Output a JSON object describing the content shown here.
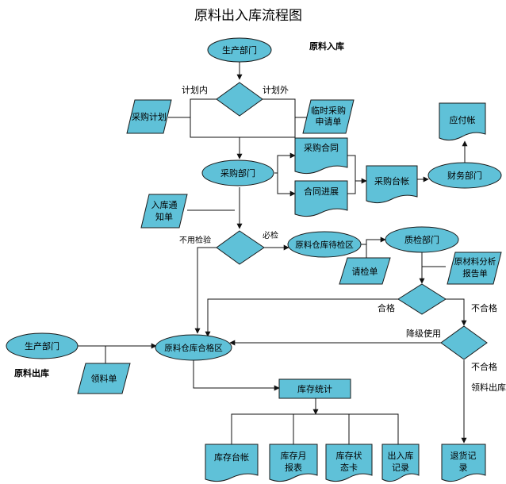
{
  "title": "原料出入库流程图",
  "section_in": "原料入库",
  "section_out": "原料出库",
  "nodes": {
    "prod_dept_top": "生产部门",
    "purchase_plan": "采购计划",
    "temp_request": [
      "临时采购",
      "申请单"
    ],
    "purchase_dept": "采购部门",
    "purchase_contract": "采购合同",
    "contract_progress": "合同进展",
    "purchase_ledger": "采购台帐",
    "finance_dept": "财务部门",
    "payable": "应付帐",
    "inbound_notice": [
      "入库通",
      "知单"
    ],
    "pending_zone": "原料仓库待检区",
    "inspection_req": "请检单",
    "qc_dept": "质检部门",
    "analysis_report": [
      "原材料分析",
      "报告单"
    ],
    "qualified_zone": "原料仓库合格区",
    "prod_dept_bottom": "生产部门",
    "material_req": "领料单",
    "inventory_stats": "库存统计",
    "inventory_ledger": "库存台帐",
    "monthly_report": [
      "库存月",
      "报表"
    ],
    "status_card": [
      "库存状",
      "态卡"
    ],
    "io_record": [
      "出入库",
      "记录"
    ],
    "return_record": [
      "退货记",
      "录"
    ]
  },
  "labels": {
    "in_plan": "计划内",
    "out_plan": "计划外",
    "no_inspect": "不用检验",
    "must_inspect": "必检",
    "pass": "合格",
    "fail1": "不合格",
    "downgrade": "降级使用",
    "fail2": "不合格",
    "pick_out": "领料出库"
  },
  "colors": {
    "fill": "#5fc1d8",
    "stroke": "#1a1a1a"
  }
}
